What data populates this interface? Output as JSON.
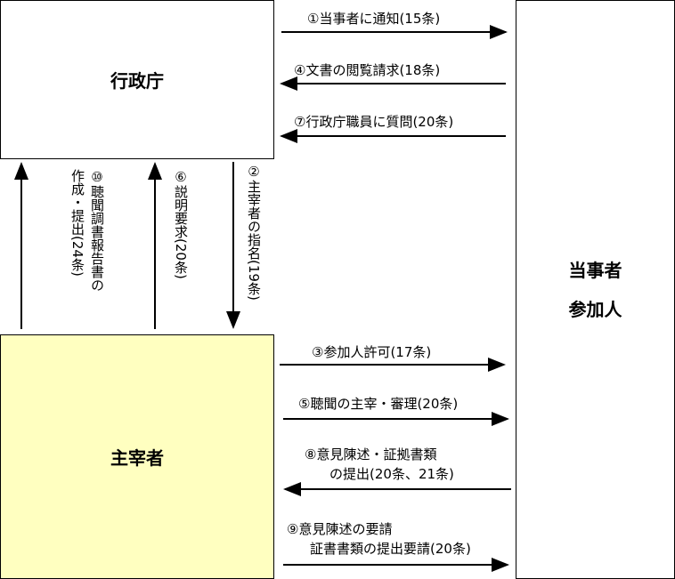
{
  "boxes": {
    "gyosei": "行政庁",
    "tojisha_line1": "当事者",
    "tojisha_line2": "参加人",
    "shusaisha": "主宰者"
  },
  "arrows": {
    "a1": "①当事者に通知(15条)",
    "a4": "④文書の閲覧請求(18条)",
    "a7": "⑦行政庁職員に質問(20条)",
    "a10_line1": "⑩聴聞調書報告書の",
    "a10_line2": "作成・提出(24条)",
    "a6": "⑥説明要求(20条)",
    "a2": "②主宰者の指名(19条)",
    "a3": "③参加人許可(17条)",
    "a5": "⑤聴聞の主宰・審理(20条)",
    "a8_line1": "⑧意見陳述・証拠書類",
    "a8_line2": "の提出(20条、21条)",
    "a9_line1": "⑨意見陳述の要請",
    "a9_line2": "証書書類の提出要請(20条)"
  },
  "colors": {
    "shusaisha_fill": "#FFFFC0"
  }
}
